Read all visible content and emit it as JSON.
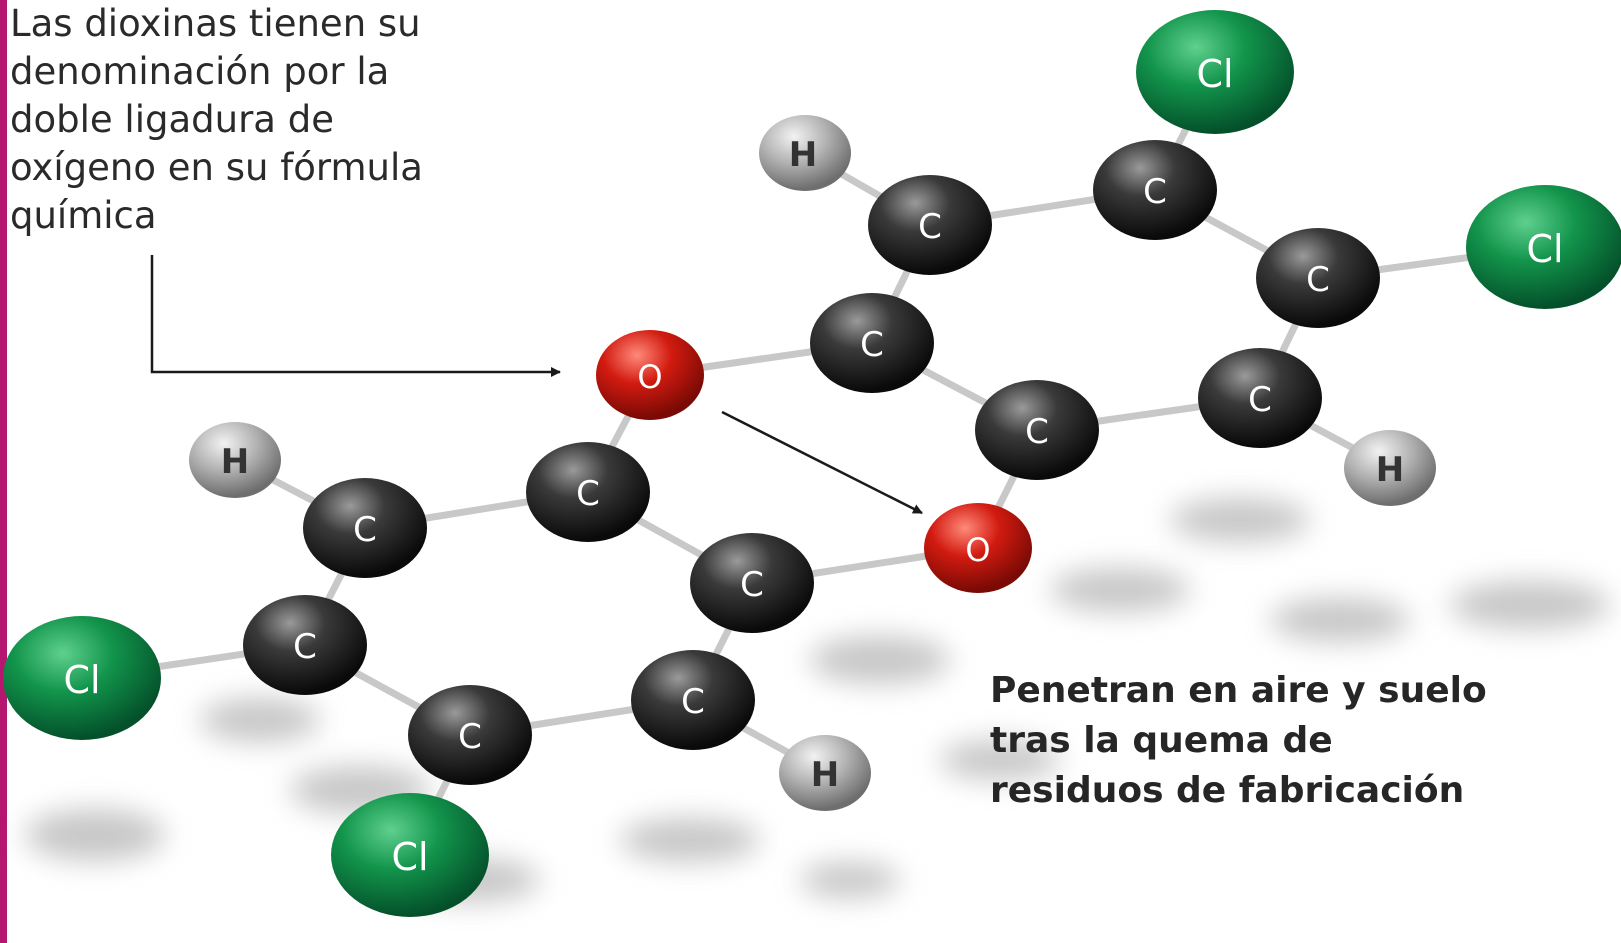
{
  "captions": {
    "oxygen_note": "Las dioxinas tienen su\ndenominación por la\ndoble ligadura de\noxígeno en su fórmula\nquímica",
    "origin_note": "Penetran en aire y suelo\ntras la quema de\nresiduos de fabricación"
  },
  "atom_labels": {
    "chlorine": "Cl",
    "carbon": "C",
    "oxygen": "O",
    "hydrogen": "H"
  },
  "colors": {
    "accent_bar": "#b5166f",
    "chlorine": "#0d8a45",
    "carbon": "#2a2a2a",
    "oxygen": "#d01c12",
    "hydrogen": "#9a9a9a",
    "bond": "#c8c8c8"
  }
}
